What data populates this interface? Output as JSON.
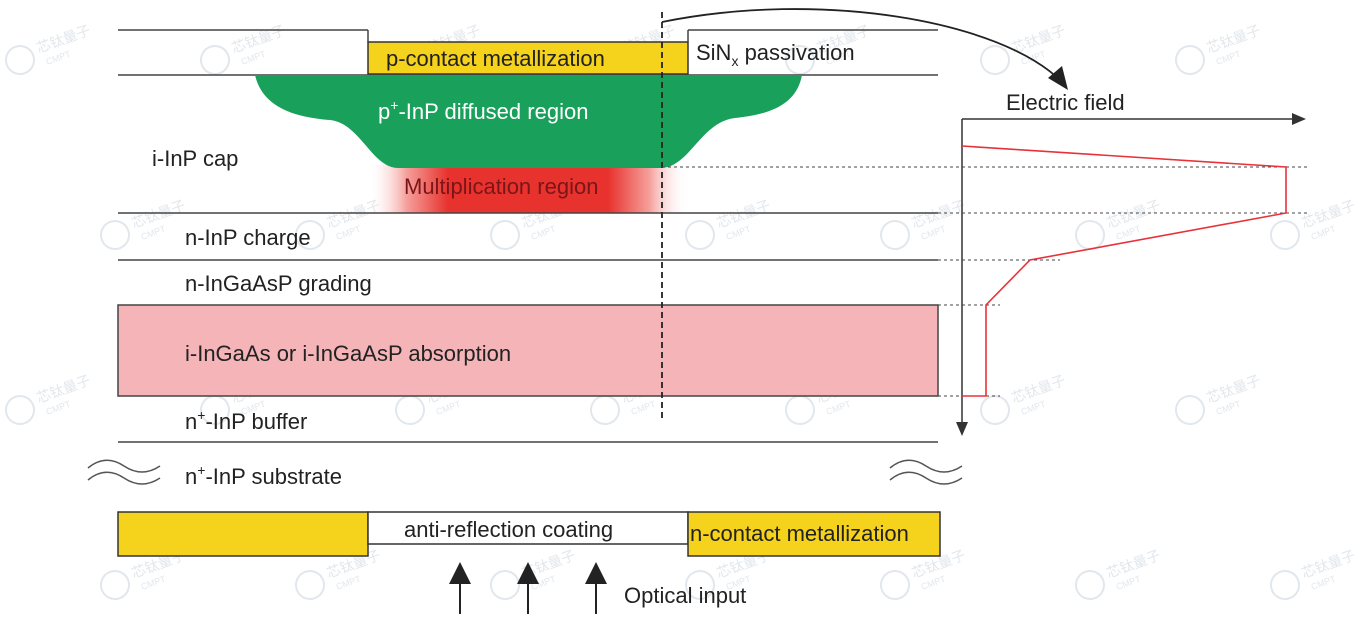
{
  "labels": {
    "p_contact": "p-contact metallization",
    "sinx_main": "SiN",
    "sinx_sub": "x",
    "sinx_rest": " passivation",
    "diffused_sup": "+",
    "diffused_pre": "p",
    "diffused_rest": "-InP diffused region",
    "cap": "i-InP cap",
    "multiplication": "Multiplication region",
    "charge": "n-InP charge",
    "grading": "n-InGaAsP grading",
    "absorption": "i-InGaAs or i-InGaAsP absorption",
    "buffer_pre": "n",
    "buffer_sup": "+",
    "buffer_rest": "-InP buffer",
    "substrate_pre": "n",
    "substrate_sup": "+",
    "substrate_rest": "-InP substrate",
    "anti_reflection": "anti-reflection coating",
    "n_contact": "n-contact metallization",
    "optical_input": "Optical input",
    "electric_field": "Electric field"
  },
  "colors": {
    "metal": "#f5d21c",
    "diffused": "#19a05a",
    "multiplication": "#e8282c",
    "absorption": "#f4b4b8",
    "field_profile": "#e8323a",
    "line": "#333333",
    "watermark": "#c9d3dc"
  },
  "watermark": {
    "text": "芯钛量子",
    "sub": "CMPT"
  }
}
